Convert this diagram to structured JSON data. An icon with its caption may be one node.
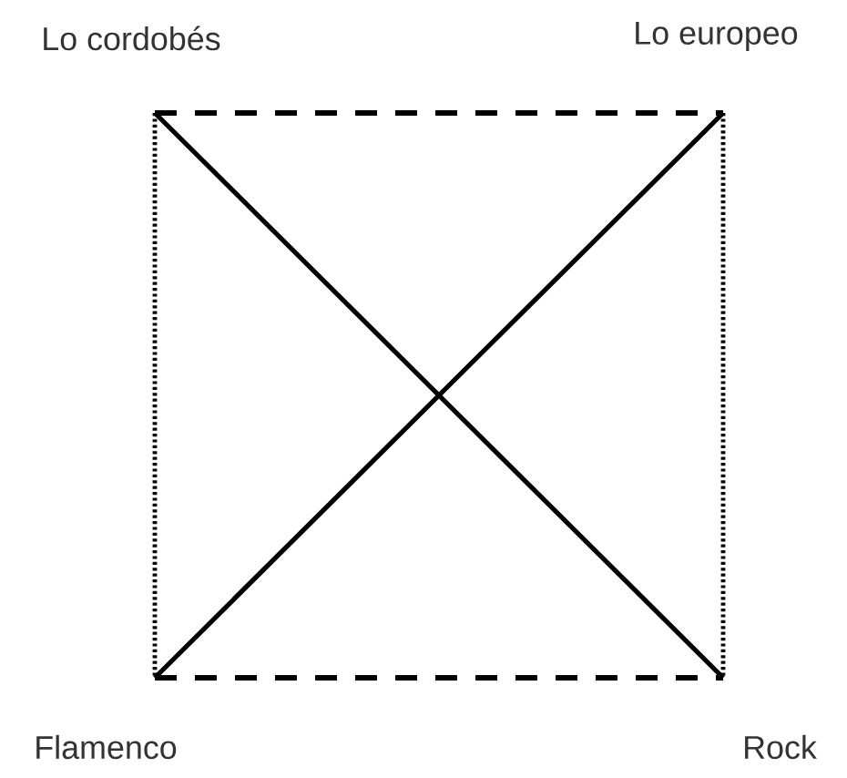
{
  "diagram": {
    "nodes": [
      {
        "text": [
          "Lo cordobés"
        ]
      },
      {
        "text": [
          "Lo europeo"
        ]
      },
      {
        "text": [
          "Flamenco"
        ]
      },
      {
        "text": [
          "Rock"
        ]
      }
    ],
    "edges": [
      {
        "from": 0,
        "to": 1,
        "arrow": "none",
        "style": "dashed"
      },
      {
        "from": 2,
        "to": 3,
        "arrow": "none",
        "style": "dashed"
      },
      {
        "from": 0,
        "to": 3,
        "arrow": "none"
      },
      {
        "from": 2,
        "to": 1,
        "arrow": "none"
      },
      {
        "from": 0,
        "to": 2,
        "arrow": "none",
        "style": "dashed"
      },
      {
        "from": 1,
        "to": 3,
        "arrow": "none",
        "style": "dashed"
      }
    ]
  }
}
